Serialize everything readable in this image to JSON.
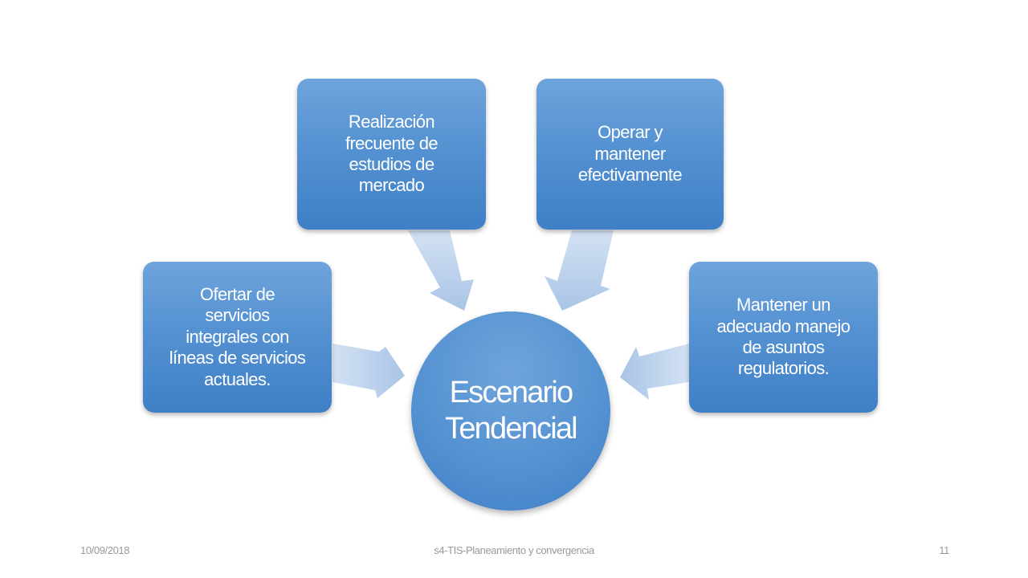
{
  "diagram": {
    "center": {
      "label": "Escenario\nTendencial"
    },
    "nodes": [
      {
        "id": "ofertar",
        "label": "Ofertar de\nservicios\nintegrales con\nlíneas de servicios\nactuales."
      },
      {
        "id": "realizacion",
        "label": "Realización\nfrecuente de\nestudios de\nmercado"
      },
      {
        "id": "operar",
        "label": "Operar y\nmantener\nefectivamente"
      },
      {
        "id": "mantener",
        "label": "Mantener un\nadecuado manejo\nde asuntos\nregulatorios."
      }
    ],
    "colors": {
      "node_fill": "#5592d2",
      "node_fill_light": "#6ea4db",
      "node_fill_dark": "#3f7fc6",
      "arrow_fill": "#b9cfea",
      "text": "#ffffff"
    }
  },
  "footer": {
    "date": "10/09/2018",
    "title": "s4-TIS-Planeamiento y convergencia",
    "page": "11",
    "color": "#9a9a9a"
  }
}
